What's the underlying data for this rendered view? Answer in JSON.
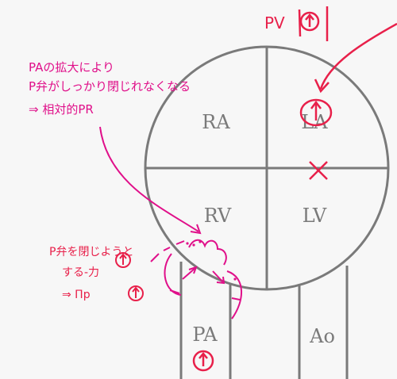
{
  "labels": {
    "ra": "RA",
    "la": "LA",
    "rv": "RV",
    "lv": "LV",
    "pa": "PA",
    "ao": "Ao"
  },
  "annotations": {
    "pv": "PV",
    "note_pa_line1": "PAの拡大により",
    "note_pa_line2": "P弁がしっかり閉じれなくなる",
    "note_pa_line3": "⇒ 相対的PR",
    "note_valve_line1": "P弁を閉じようと",
    "note_valve_line2": "する-力",
    "note_valve_line3": "⇒ Πp",
    "up_symbol": "↑",
    "x_mark": "✕"
  },
  "colors": {
    "ink_gray": "#7a7a7a",
    "ink_red": "#e8204a",
    "ink_magenta": "#e0108a"
  }
}
